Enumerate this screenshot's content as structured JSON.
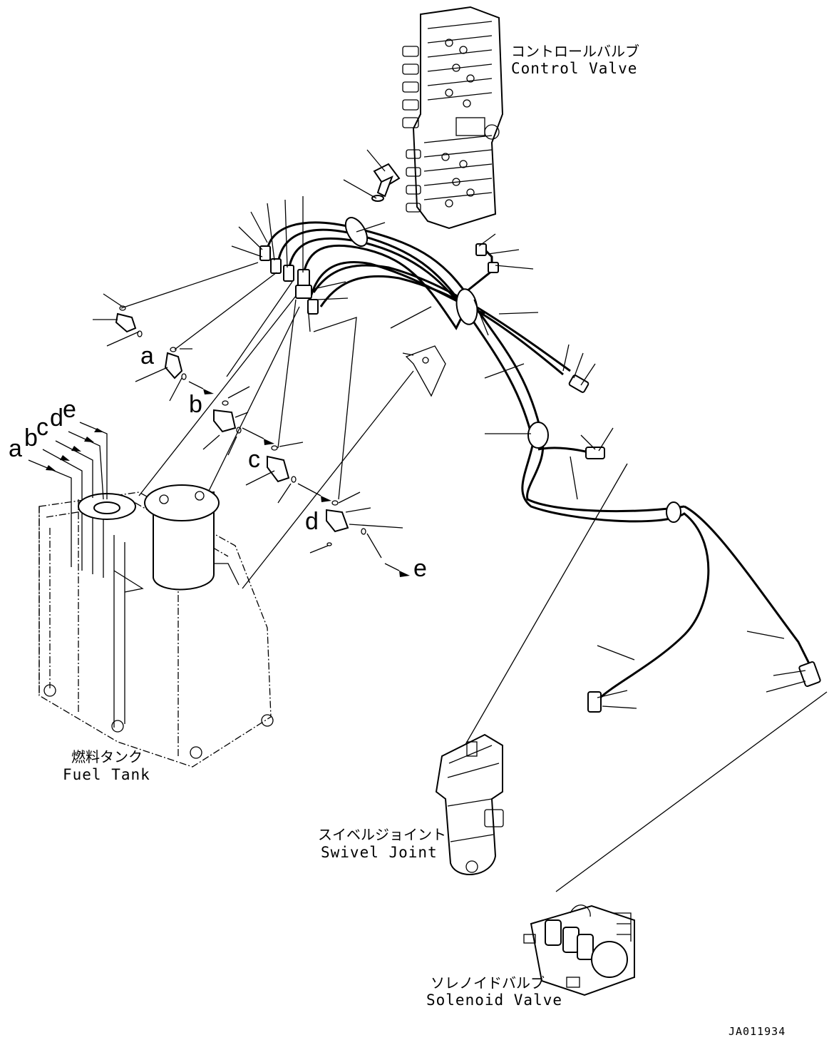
{
  "labels": {
    "control_valve_jp": "コントロールバルブ",
    "control_valve_en": "Control Valve",
    "fuel_tank_jp": "燃料タンク",
    "fuel_tank_en": "Fuel Tank",
    "swivel_joint_jp": "スイベルジョイント",
    "swivel_joint_en": "Swivel Joint",
    "solenoid_valve_jp": "ソレノイドバルブ",
    "solenoid_valve_en": "Solenoid Valve"
  },
  "port_letters": {
    "tank": [
      "a",
      "b",
      "c",
      "d",
      "e"
    ],
    "fittings": [
      "a",
      "b",
      "c",
      "d",
      "e"
    ]
  },
  "drawing_code": "JA011934"
}
